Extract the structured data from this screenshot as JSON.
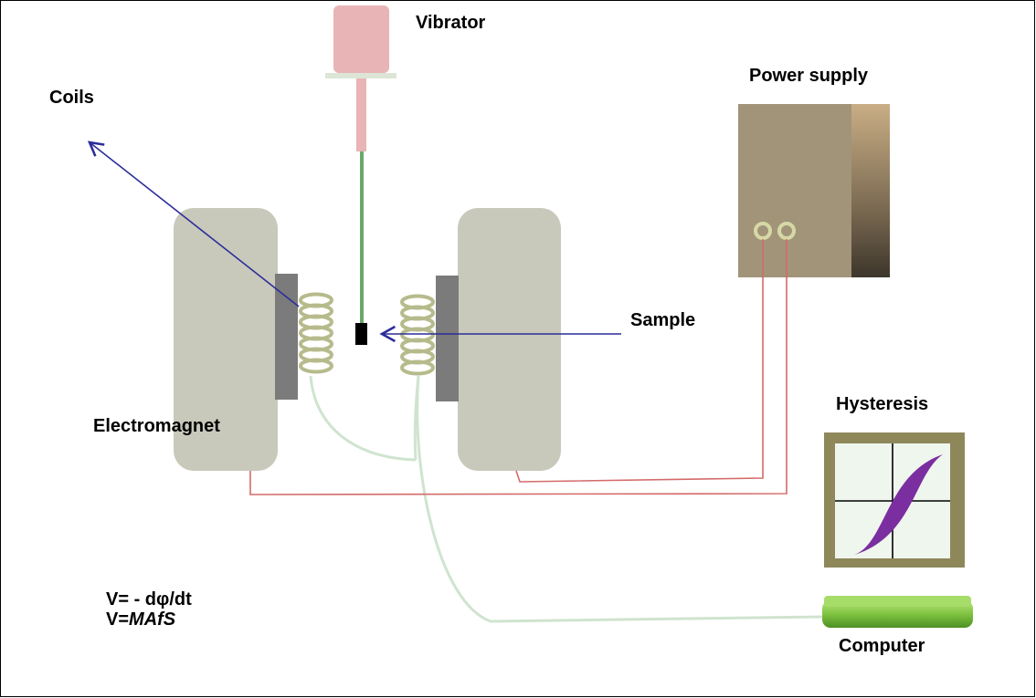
{
  "labels": {
    "vibrator": "Vibrator",
    "coils": "Coils",
    "power_supply": "Power supply",
    "sample": "Sample",
    "electromagnet": "Electromagnet",
    "hysteresis": "Hysteresis",
    "computer": "Computer"
  },
  "formulas": {
    "line1": "V= - dφ/dt",
    "line2_prefix": "V=",
    "line2_italic": "MAfS"
  },
  "colors": {
    "magnet": "#c8c9bb",
    "pole_piece": "#7b7b7b",
    "coil": "#b7bb8c",
    "vibrator_head": "#e8b4b5",
    "vibrator_rod": "#6aa86a",
    "power_supply": "#a29479",
    "red_wire": "#d46a6a",
    "coil_wire": "#cfe4cf",
    "pointer": "#2c2c9a",
    "monitor_frame": "#8e875a",
    "hysteresis_loop": "#7b2ea0",
    "computer_body": "#8ccc4a"
  }
}
